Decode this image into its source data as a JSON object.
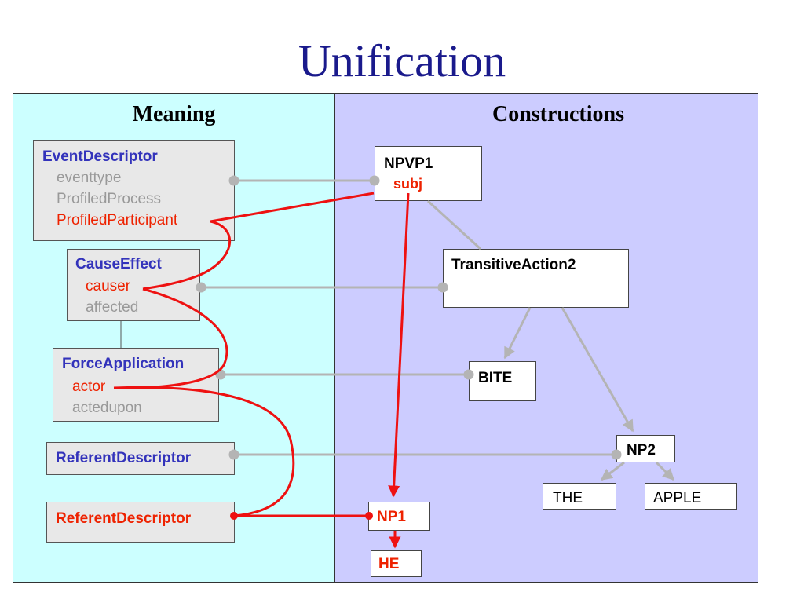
{
  "title": "Unification",
  "meaning": {
    "heading": "Meaning",
    "event_descriptor": {
      "name": "EventDescriptor",
      "roles": [
        "eventtype",
        "ProfiledProcess",
        "ProfiledParticipant"
      ]
    },
    "cause_effect": {
      "name": "CauseEffect",
      "roles": [
        "causer",
        "affected"
      ]
    },
    "force_application": {
      "name": "ForceApplication",
      "roles": [
        "actor",
        "actedupon"
      ]
    },
    "referent_descriptor_1": {
      "name": "ReferentDescriptor"
    },
    "referent_descriptor_2": {
      "name": "ReferentDescriptor"
    }
  },
  "constructions": {
    "heading": "Constructions",
    "npvp1": {
      "name": "NPVP1",
      "role": "subj"
    },
    "transitive_action2": {
      "name": "TransitiveAction2"
    },
    "bite": {
      "name": "BITE"
    },
    "np2": {
      "name": "NP2"
    },
    "the": {
      "name": "THE"
    },
    "apple": {
      "name": "APPLE"
    },
    "np1": {
      "name": "NP1"
    },
    "he": {
      "name": "HE"
    }
  },
  "colors": {
    "title": "#1a1a8c",
    "meaning_bg": "#ccffff",
    "constructions_bg": "#ccccff",
    "frame_label": "#3333bb",
    "unified_link": "#ee1111",
    "plain_link": "#b4b4b4"
  }
}
